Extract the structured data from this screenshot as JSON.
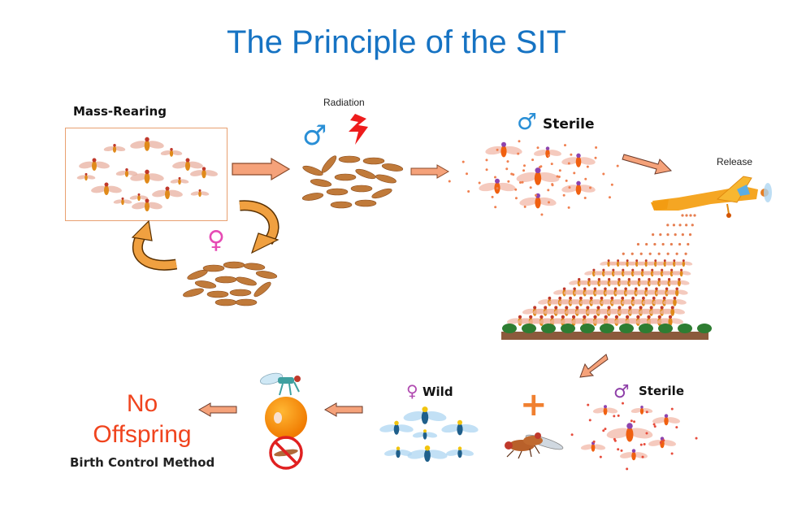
{
  "title": "The Principle of the SIT",
  "stages": {
    "mass_rearing": {
      "label": "Mass-Rearing"
    },
    "radiation": {
      "label": "Radiation"
    },
    "sterile_male": {
      "label": "Sterile",
      "symbol": "♂"
    },
    "release": {
      "label": "Release"
    },
    "female_pupae": {
      "symbol": "♀"
    },
    "wild_female": {
      "label": "Wild",
      "symbol": "♀"
    },
    "sterile_male_field": {
      "label": "Sterile",
      "symbol": "♂"
    },
    "plus": {
      "symbol": "+"
    },
    "outcome": {
      "line1": "No",
      "line2": "Offspring",
      "caption": "Birth Control Method"
    }
  },
  "colors": {
    "title": "#1673c3",
    "male_symbol": "#2a8fd6",
    "female_symbol": "#e64bb4",
    "arrow": "#f5a27a",
    "cycle_arrow": "#f0a040",
    "outcome": "#f0441e",
    "radiation": "#ee1c1c"
  }
}
